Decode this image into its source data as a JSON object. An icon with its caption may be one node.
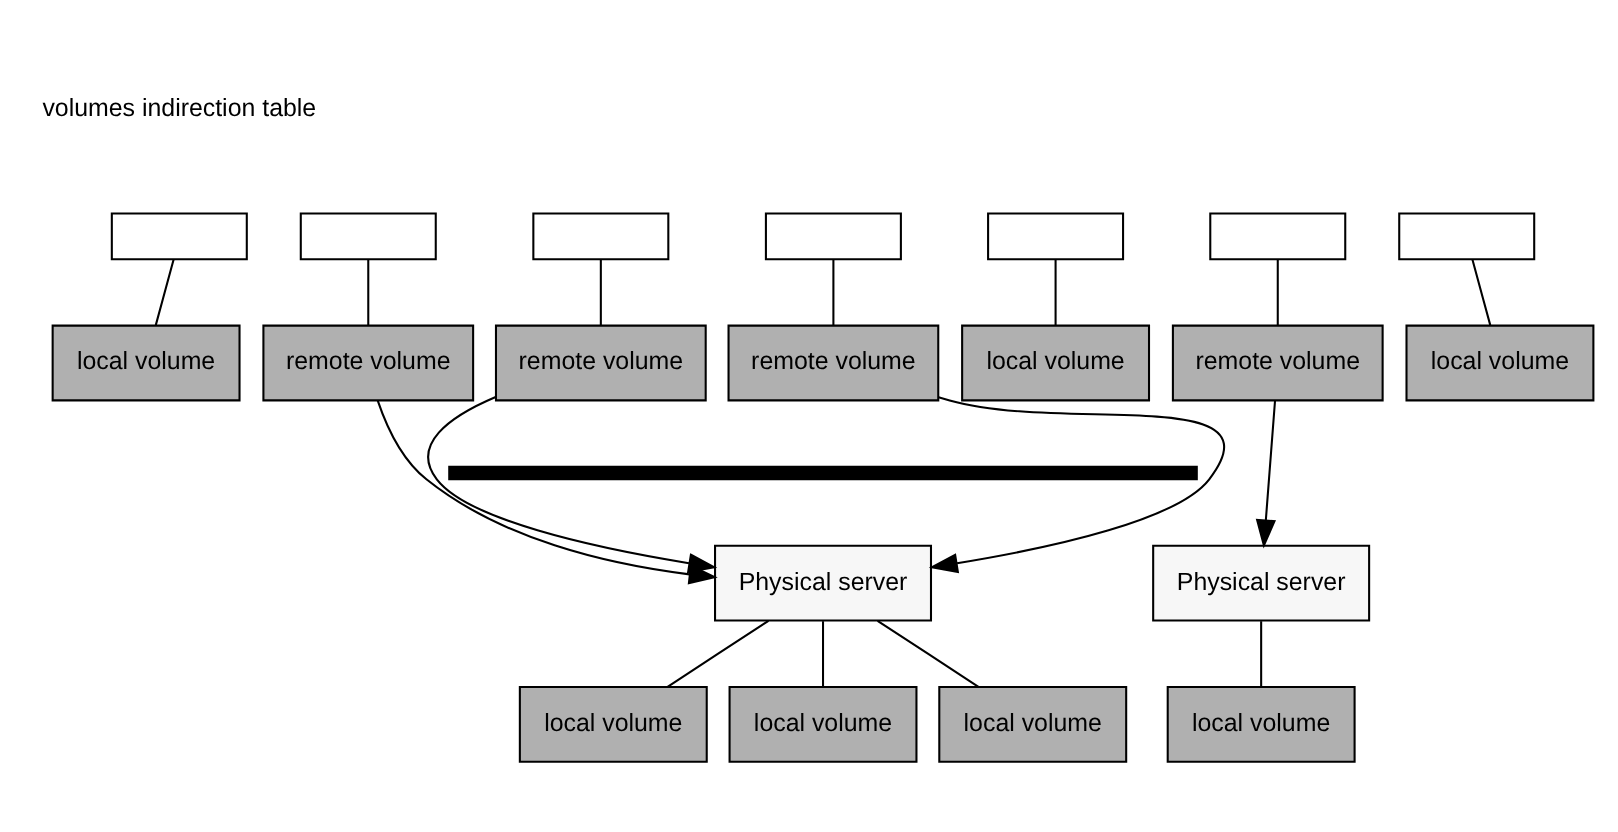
{
  "diagram": {
    "nodes": [
      {
        "text": [],
        "shape": "box"
      },
      {
        "text": [],
        "shape": "box"
      },
      {
        "text": [],
        "shape": "box"
      },
      {
        "text": [],
        "shape": "box"
      },
      {
        "text": [],
        "shape": "box"
      },
      {
        "text": [],
        "shape": "box"
      },
      {
        "text": [],
        "shape": "box"
      },
      {
        "text": [
          "local volume"
        ]
      },
      {
        "text": [
          "remote volume"
        ]
      },
      {
        "text": [
          "remote volume"
        ]
      },
      {
        "text": [
          "remote volume"
        ]
      },
      {
        "text": [
          "local volume"
        ]
      },
      {
        "text": [
          "remote volume"
        ]
      },
      {
        "text": [
          "local volume"
        ]
      },
      {
        "text": [],
        "shape": "bar"
      },
      {
        "text": [
          "Physical server"
        ]
      },
      {
        "text": [
          "Physical server"
        ]
      },
      {
        "text": [
          "local volume"
        ]
      },
      {
        "text": [
          "local volume"
        ]
      },
      {
        "text": [
          "local volume"
        ]
      },
      {
        "text": [
          "local volume"
        ]
      }
    ],
    "edges": [
      {
        "from": 0,
        "to": 7,
        "arrow": "none"
      },
      {
        "from": 1,
        "to": 8,
        "arrow": "none"
      },
      {
        "from": 2,
        "to": 9,
        "arrow": "none"
      },
      {
        "from": 3,
        "to": 10,
        "arrow": "none"
      },
      {
        "from": 4,
        "to": 11,
        "arrow": "none"
      },
      {
        "from": 5,
        "to": 12,
        "arrow": "none"
      },
      {
        "from": 6,
        "to": 13,
        "arrow": "none"
      },
      {
        "from": 8,
        "to": 15,
        "arrow": "to"
      },
      {
        "from": 9,
        "to": 15,
        "arrow": "to"
      },
      {
        "from": 10,
        "to": 15,
        "arrow": "to"
      },
      {
        "from": 12,
        "to": 16,
        "arrow": "to"
      },
      {
        "from": 15,
        "to": 17,
        "arrow": "none"
      },
      {
        "from": 15,
        "to": 18,
        "arrow": "none"
      },
      {
        "from": 15,
        "to": 19,
        "arrow": "none"
      },
      {
        "from": 16,
        "to": 20,
        "arrow": "none"
      }
    ],
    "labels": [
      "volumes indirection table"
    ]
  }
}
